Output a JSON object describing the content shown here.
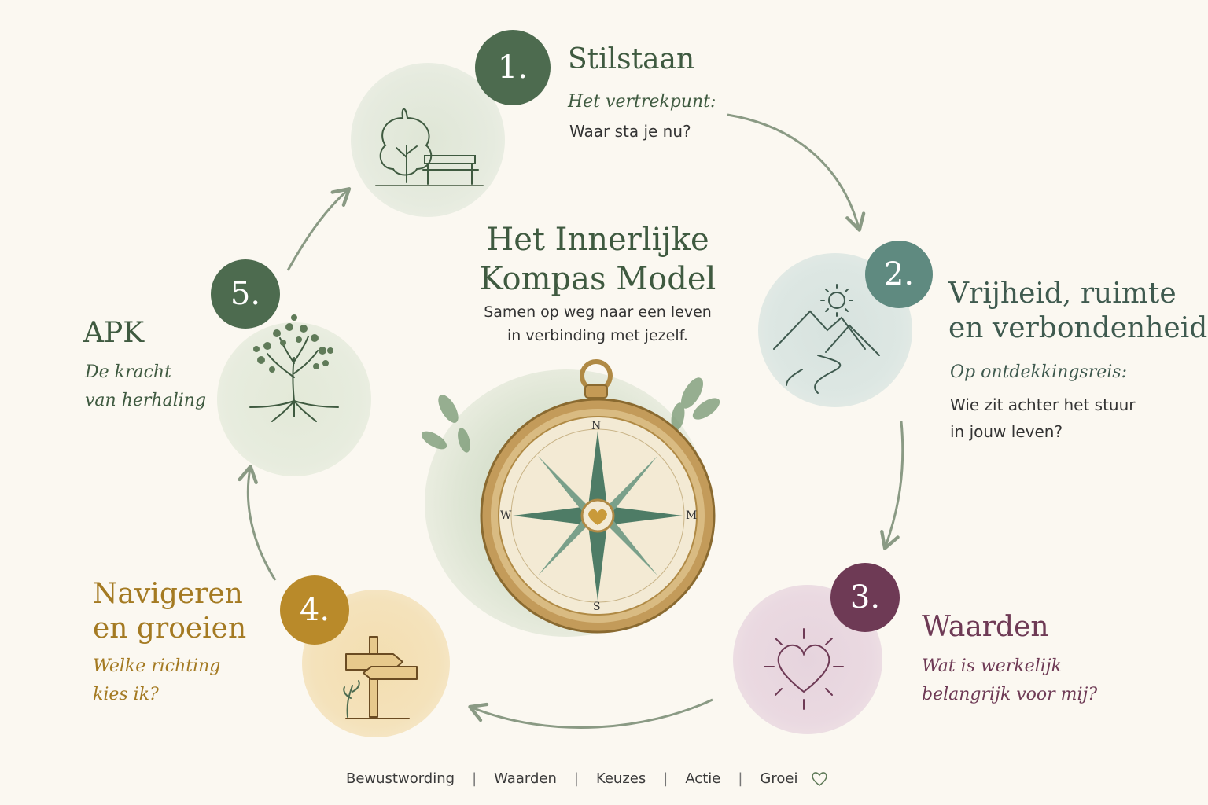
{
  "center": {
    "title_line1": "Het Innerlijke",
    "title_line2": "Kompas Model",
    "subtitle_line1": "Samen op weg naar een leven",
    "subtitle_line2": "in verbinding met jezelf."
  },
  "compass": {
    "north": "N",
    "south": "S",
    "west": "W",
    "east": "M"
  },
  "steps": [
    {
      "number": "1.",
      "title": "Stilstaan",
      "subtitle": "Het vertrekpunt:",
      "question_line1": "Waar sta je nu?",
      "color": "#4d6b4f",
      "icon": "tree-bench-icon"
    },
    {
      "number": "2.",
      "title_line1": "Vrijheid, ruimte",
      "title_line2": "en verbondenheid",
      "subtitle": "Op ontdekkingsreis:",
      "question_line1": "Wie zit achter het stuur",
      "question_line2": "in jouw leven?",
      "color": "#5f8a80",
      "icon": "mountains-sun-icon"
    },
    {
      "number": "3.",
      "title": "Waarden",
      "subtitle_line1": "Wat is werkelijk",
      "subtitle_line2": "belangrijk voor mij?",
      "color": "#6e3a55",
      "icon": "heart-icon"
    },
    {
      "number": "4.",
      "title_line1": "Navigeren",
      "title_line2": "en groeien",
      "subtitle_line1": "Welke richting",
      "subtitle_line2": "kies ik?",
      "color": "#b98a2a",
      "icon": "signpost-icon"
    },
    {
      "number": "5.",
      "title": "APK",
      "subtitle_line1": "De kracht",
      "subtitle_line2": "van herhaling",
      "color": "#4d6b4f",
      "icon": "tree-of-life-icon"
    }
  ],
  "footer": {
    "items": [
      "Bewustwording",
      "Waarden",
      "Keuzes",
      "Actie",
      "Groei"
    ],
    "separator": "|",
    "icon": "heart-outline-icon"
  }
}
